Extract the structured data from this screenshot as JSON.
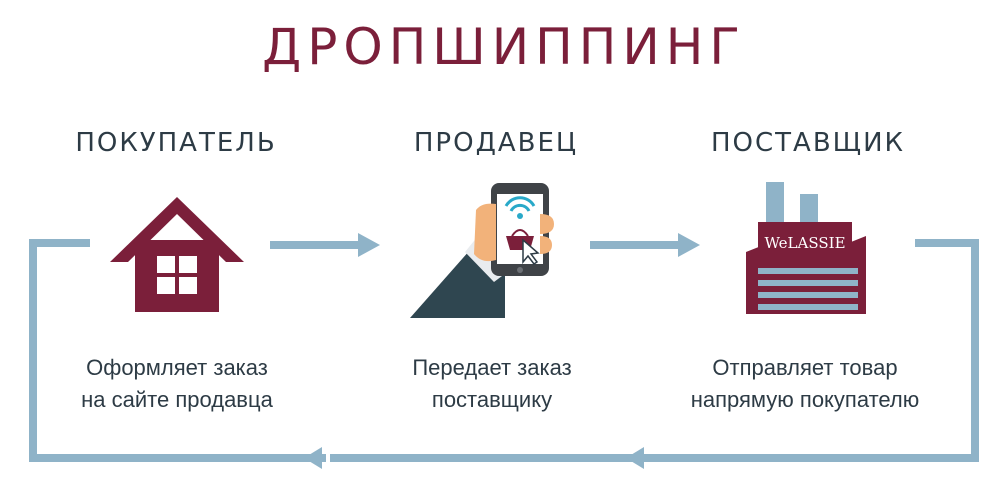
{
  "title": "ДРОПШИППИНГ",
  "stages": [
    {
      "name": "ПОКУПАТЕЛЬ",
      "desc": [
        "Оформляет заказ",
        "на сайте продавца"
      ],
      "icon": "house-icon"
    },
    {
      "name": "ПРОДАВЕЦ",
      "desc": [
        "Передает заказ",
        "поставщику"
      ],
      "icon": "smartphone-icon"
    },
    {
      "name": "ПОСТАВЩИК",
      "desc": [
        "Отправляет товар",
        "напрямую покупателю"
      ],
      "icon": "factory-icon"
    }
  ],
  "factory_sign": "WeLASSIE",
  "colors": {
    "brand": "#7b1f3a",
    "arrow": "#8fb3c8",
    "text": "#2d3b45",
    "phone": "#3f4347",
    "hand": "#f2b27a",
    "sleeve": "#2f4650",
    "wifi": "#29a9c9"
  }
}
